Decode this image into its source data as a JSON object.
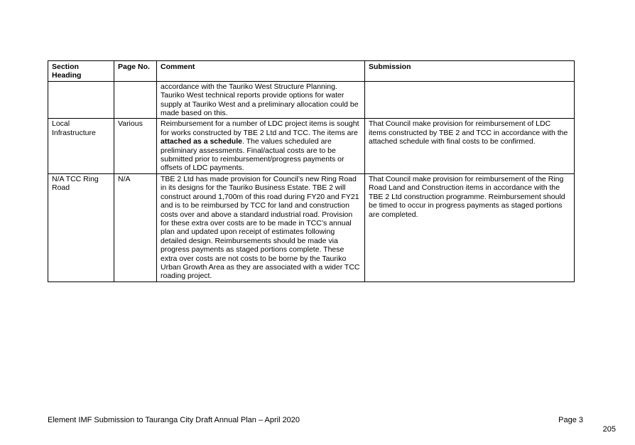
{
  "table": {
    "headers": [
      "Section Heading",
      "Page No.",
      "Comment",
      "Submission"
    ],
    "rows": [
      {
        "section": "",
        "page": "",
        "comment": [
          "accordance with the Tauriko West Structure Planning. Tauriko West technical reports provide options for water supply at Tauriko West and a preliminary allocation could be made based on this."
        ],
        "submission": ""
      },
      {
        "section": "Local Infrastructure",
        "page": "Various",
        "comment": [
          "Reimbursement for a number of LDC project items is sought for works constructed by TBE 2 Ltd and TCC. The items are ",
          "attached as a schedule",
          ". The values scheduled are preliminary assessments. Final/actual costs are to be submitted prior to reimbursement/progress payments or offsets of LDC payments."
        ],
        "submission": "That Council make provision for reimbursement of LDC items constructed by TBE 2 and TCC in accordance with the attached schedule with final costs to be confirmed."
      },
      {
        "section": "N/A TCC Ring Road",
        "page": "N/A",
        "comment": [
          "TBE 2 Ltd has made provision for Council’s new Ring Road in its designs for the Tauriko Business Estate. TBE 2 will construct around 1,700m of this road during FY20 and FY21 and is to be reimbursed by TCC for land and construction costs over and above a standard industrial road. Provision for these extra over costs are to be made in TCC’s annual plan and updated upon receipt of estimates following detailed design. Reimbursements should be made via progress payments as staged portions complete. These extra over costs are not costs to be borne by the Tauriko Urban Growth Area as they are associated with a wider TCC roading project."
        ],
        "submission": "That Council make provision for reimbursement of the Ring Road Land and Construction items in accordance with the TBE 2 Ltd construction programme. Reimbursement should be timed to occur in progress payments as staged portions are completed."
      }
    ]
  },
  "footer": {
    "left": "Element IMF Submission to Tauranga City Draft Annual Plan – April 2020",
    "right": "Page 3",
    "page_number": "205"
  }
}
